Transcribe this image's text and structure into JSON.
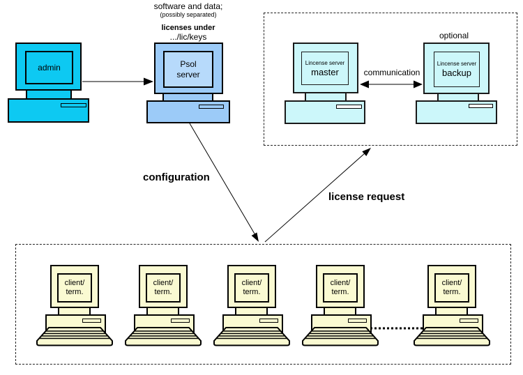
{
  "annotations": {
    "software_note": {
      "line1": "software and data;",
      "line2": "(possibly separated)",
      "line3": "licenses under",
      "line4": ".../lic/keys"
    },
    "configuration": "configuration",
    "license_request": "license request",
    "communication": "communication",
    "optional": "optional"
  },
  "computers": {
    "admin": {
      "label": "admin"
    },
    "psol": {
      "line1": "Psol",
      "line2": "server"
    },
    "master": {
      "line1": "Lincense server",
      "line2": "master"
    },
    "backup": {
      "line1": "Lincense server",
      "line2": "backup"
    },
    "client": {
      "line1": "client/",
      "line2": "term."
    }
  },
  "colors": {
    "admin_fill": "#0DC9F2",
    "psol_fill": "#9CCBF8",
    "psol_screen_fill": "#B7DAFB",
    "license_fill": "#CCF7FA",
    "client_fill": "#FAFAD2",
    "line": "#000000",
    "background": "#FFFFFF"
  }
}
